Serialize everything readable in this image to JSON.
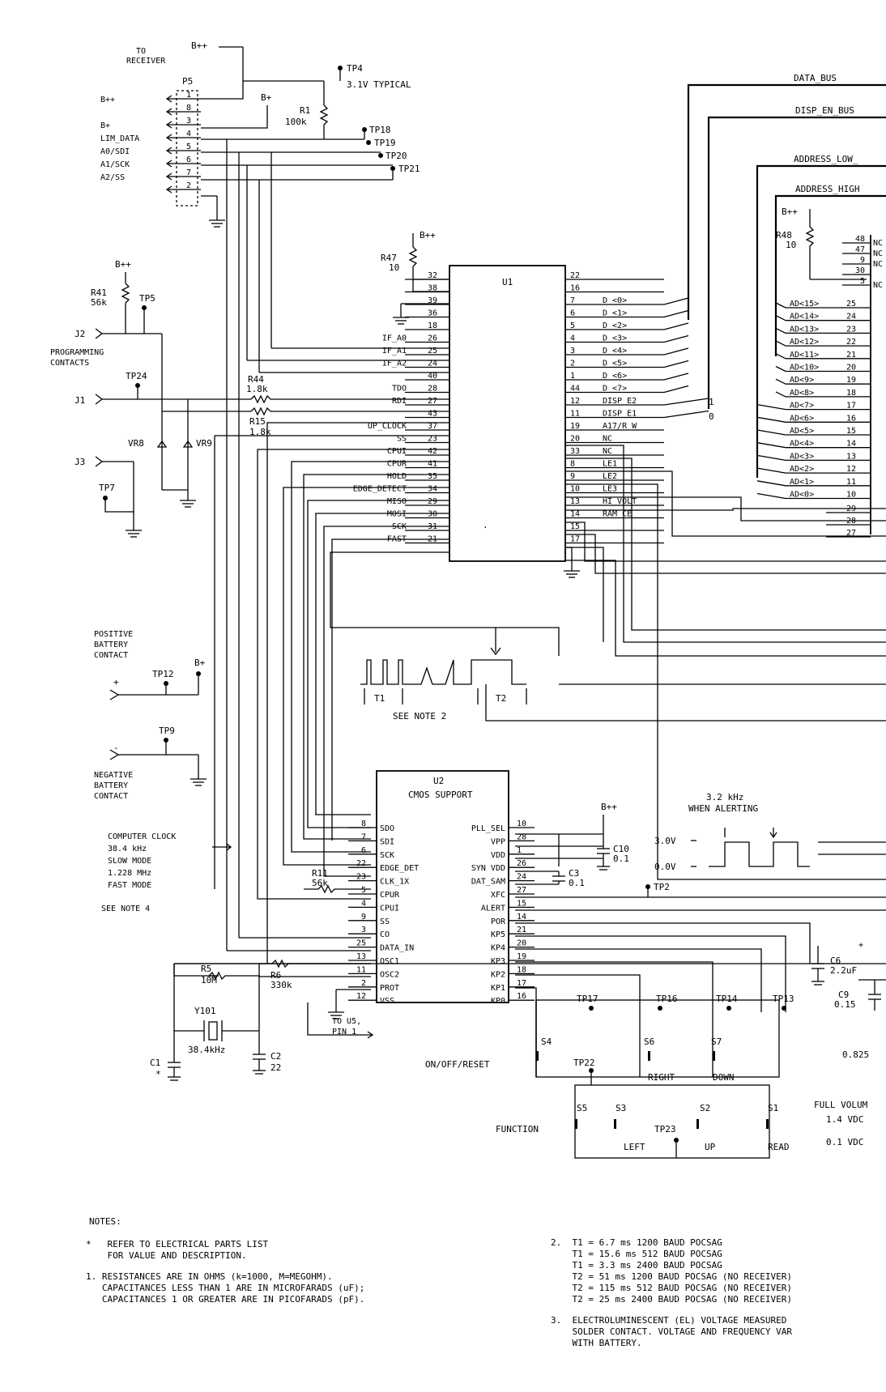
{
  "connector": {
    "to_receiver": "TO RECEIVER",
    "ref": "P5",
    "bpp_top": "B++",
    "pins": [
      {
        "net": "B++",
        "pin": "1"
      },
      {
        "net": "",
        "pin": "8"
      },
      {
        "net": "B+",
        "pin": "3"
      },
      {
        "net": "LIM_DATA",
        "pin": "4"
      },
      {
        "net": "A0/SDI",
        "pin": "5"
      },
      {
        "net": "A1/SCK",
        "pin": "6"
      },
      {
        "net": "A2/SS",
        "pin": "7"
      },
      {
        "net": "",
        "pin": "2"
      }
    ]
  },
  "testpoints": {
    "tp4": "TP4",
    "tp4_note": "3.1V TYPICAL",
    "tp18": "TP18",
    "tp19": "TP19",
    "tp20": "TP20",
    "tp21": "TP21",
    "tp5": "TP5",
    "tp24": "TP24",
    "tp7": "TP7",
    "tp12": "TP12",
    "tp9": "TP9",
    "tp2": "TP2",
    "tp17": "TP17",
    "tp16": "TP16",
    "tp14": "TP14",
    "tp13": "TP13",
    "tp22": "TP22",
    "tp23": "TP23"
  },
  "supplies": {
    "bpp": "B++",
    "bp": "B+"
  },
  "resistors": {
    "r1": "R1",
    "r1v": "100k",
    "r47": "R47",
    "r47v": "10",
    "r41": "R41",
    "r41v": "56k",
    "r44": "R44",
    "r44v": "1.8k",
    "r15": "R15",
    "r15v": "1.8k",
    "r48": "R48",
    "r48v": "10",
    "r11": "R11",
    "r11v": "56k",
    "r5": "R5",
    "r5v": "10M",
    "r6": "R6",
    "r6v": "330k"
  },
  "jacks": {
    "j2": "J2",
    "j1": "J1",
    "j3": "J3",
    "prog": "PROGRAMMING\nCONTACTS",
    "vr8": "VR8",
    "vr9": "VR9"
  },
  "buses": {
    "data_bus": "DATA_BUS",
    "disp_en_bus": "DISP_EN_BUS",
    "address_low": "ADDRESS_LOW_",
    "address_high": "ADDRESS_HIGH"
  },
  "u1": {
    "ref": "U1",
    "left_pins": [
      {
        "num": "32",
        "name": ""
      },
      {
        "num": "38",
        "name": ""
      },
      {
        "num": "39",
        "name": ""
      },
      {
        "num": "36",
        "name": ""
      },
      {
        "num": "18",
        "name": ""
      },
      {
        "num": "26",
        "name": "IF_A0"
      },
      {
        "num": "25",
        "name": "IF_A1"
      },
      {
        "num": "24",
        "name": "IF_A2"
      },
      {
        "num": "40",
        "name": ""
      },
      {
        "num": "28",
        "name": "TDO"
      },
      {
        "num": "27",
        "name": "RDI"
      },
      {
        "num": "43",
        "name": ""
      },
      {
        "num": "37",
        "name": "UP_CLOCK"
      },
      {
        "num": "23",
        "name": "SS"
      },
      {
        "num": "42",
        "name": "CPUI"
      },
      {
        "num": "41",
        "name": "CPUR"
      },
      {
        "num": "35",
        "name": "HOLD"
      },
      {
        "num": "34",
        "name": "EDGE_DETECT"
      },
      {
        "num": "29",
        "name": "MISO"
      },
      {
        "num": "30",
        "name": "MOSI"
      },
      {
        "num": "31",
        "name": "SCK"
      },
      {
        "num": "21",
        "name": "FAST"
      }
    ],
    "right_pins": [
      {
        "num": "22",
        "name": ""
      },
      {
        "num": "16",
        "name": ""
      },
      {
        "num": "7",
        "name": "D <0>"
      },
      {
        "num": "6",
        "name": "D <1>"
      },
      {
        "num": "5",
        "name": "D <2>"
      },
      {
        "num": "4",
        "name": "D <3>"
      },
      {
        "num": "3",
        "name": "D <4>"
      },
      {
        "num": "2",
        "name": "D <5>"
      },
      {
        "num": "1",
        "name": "D <6>"
      },
      {
        "num": "44",
        "name": "D <7>"
      },
      {
        "num": "12",
        "name": "DISP_E2"
      },
      {
        "num": "11",
        "name": "DISP_E1"
      },
      {
        "num": "19",
        "name": "A17/R_W"
      },
      {
        "num": "20",
        "name": "NC"
      },
      {
        "num": "33",
        "name": "NC"
      },
      {
        "num": "8",
        "name": "LE1"
      },
      {
        "num": "9",
        "name": "LE2"
      },
      {
        "num": "10",
        "name": "LE3"
      },
      {
        "num": "13",
        "name": "HI_VOLT"
      },
      {
        "num": "14",
        "name": "RAM_CE"
      },
      {
        "num": "15",
        "name": ""
      },
      {
        "num": "17",
        "name": ""
      }
    ],
    "bus_bit_1": "1",
    "bus_bit_0": "0"
  },
  "memory": {
    "top_pins": [
      {
        "num": "48",
        "name": "NC"
      },
      {
        "num": "47",
        "name": "NC"
      },
      {
        "num": "9",
        "name": "NC"
      },
      {
        "num": "30",
        "name": ""
      },
      {
        "num": "5",
        "name": "NC"
      }
    ],
    "addr_pins": [
      {
        "name": "AD<15>",
        "num": "25"
      },
      {
        "name": "AD<14>",
        "num": "24"
      },
      {
        "name": "AD<13>",
        "num": "23"
      },
      {
        "name": "AD<12>",
        "num": "22"
      },
      {
        "name": "AD<11>",
        "num": "21"
      },
      {
        "name": "AD<10>",
        "num": "20"
      },
      {
        "name": "AD<9>",
        "num": "19"
      },
      {
        "name": "AD<8>",
        "num": "18"
      },
      {
        "name": "AD<7>",
        "num": "17"
      },
      {
        "name": "AD<6>",
        "num": "16"
      },
      {
        "name": "AD<5>",
        "num": "15"
      },
      {
        "name": "AD<4>",
        "num": "14"
      },
      {
        "name": "AD<3>",
        "num": "13"
      },
      {
        "name": "AD<2>",
        "num": "12"
      },
      {
        "name": "AD<1>",
        "num": "11"
      },
      {
        "name": "AD<0>",
        "num": "10"
      }
    ],
    "bottom_pins": [
      "29",
      "28",
      "27"
    ]
  },
  "timing": {
    "t1": "T1",
    "t2": "T2",
    "note": "SEE NOTE 2"
  },
  "battery": {
    "positive": "POSITIVE\nBATTERY\nCONTACT",
    "negative": "NEGATIVE\nBATTERY\nCONTACT",
    "plus": "+",
    "minus": "-"
  },
  "clock_note": "COMPUTER CLOCK\n38.4 kHz\nSLOW MODE\n1.228 MHz\nFAST MODE",
  "clock_see": "SEE NOTE 4",
  "u2": {
    "ref": "U2",
    "title": "CMOS SUPPORT",
    "left_pins": [
      {
        "num": "8",
        "name": "SDO"
      },
      {
        "num": "7",
        "name": "SDI"
      },
      {
        "num": "6",
        "name": "SCK"
      },
      {
        "num": "22",
        "name": "EDGE_DET"
      },
      {
        "num": "23",
        "name": "CLK_1X"
      },
      {
        "num": "5",
        "name": "CPUR"
      },
      {
        "num": "4",
        "name": "CPUI"
      },
      {
        "num": "9",
        "name": "SS"
      },
      {
        "num": "3",
        "name": "CO"
      },
      {
        "num": "25",
        "name": "DATA_IN"
      },
      {
        "num": "13",
        "name": "OSC1"
      },
      {
        "num": "11",
        "name": "OSC2"
      },
      {
        "num": "2",
        "name": "PROT"
      },
      {
        "num": "12",
        "name": "VSS"
      }
    ],
    "right_pins": [
      {
        "num": "10",
        "name": "PLL_SEL"
      },
      {
        "num": "28",
        "name": "VPP"
      },
      {
        "num": "1",
        "name": "VDD"
      },
      {
        "num": "26",
        "name": "SYN VDD"
      },
      {
        "num": "24",
        "name": "DAT_SAM"
      },
      {
        "num": "27",
        "name": "XFC"
      },
      {
        "num": "15",
        "name": "ALERT"
      },
      {
        "num": "14",
        "name": "POR"
      },
      {
        "num": "21",
        "name": "KP5"
      },
      {
        "num": "20",
        "name": "KP4"
      },
      {
        "num": "19",
        "name": "KP3"
      },
      {
        "num": "18",
        "name": "KP2"
      },
      {
        "num": "17",
        "name": "KP1"
      },
      {
        "num": "16",
        "name": "KP0"
      }
    ]
  },
  "capacitors": {
    "c10": "C10",
    "c10v": "0.1",
    "c3": "C3",
    "c3v": "0.1",
    "c6": "C6",
    "c6v": "2.2uF",
    "c9": "C9",
    "c9v": "0.15",
    "c1": "C1",
    "c1v": "*",
    "c2": "C2",
    "c2v": "22"
  },
  "crystal": {
    "ref": "Y101",
    "value": "38.4kHz"
  },
  "alert_wave": {
    "freq": "3.2 kHz",
    "when": "WHEN ALERTING",
    "high": "3.0V",
    "low": "0.0V"
  },
  "to_u5": "TO U5,\nPIN 1",
  "switches": {
    "s4": "S4",
    "s6": "S6",
    "s7": "S7",
    "s5": "S5",
    "s3": "S3",
    "s2": "S2",
    "s1": "S1",
    "onoff": "ON/OFF/RESET",
    "function": "FUNCTION",
    "right": "RIGHT",
    "down": "DOWN",
    "left": "LEFT",
    "up": "UP",
    "read": "READ"
  },
  "right_edge": {
    "full_volume": "FULL VOLUM",
    "v1": "1.4 VDC",
    "v2": "0.1 VDC",
    "v3": "0.825"
  },
  "notes": {
    "heading": "NOTES:",
    "star": "*   REFER TO ELECTRICAL PARTS LIST\n    FOR VALUE AND DESCRIPTION.",
    "n1": "1. RESISTANCES ARE IN OHMS (k=1000, M=MEGOHM).\n   CAPACITANCES LESS THAN 1 ARE IN MICROFARADS (uF);\n   CAPACITANCES 1 OR GREATER ARE IN PICOFARADS (pF).",
    "n2": "2.  T1 = 6.7 ms 1200 BAUD POCSAG\n    T1 = 15.6 ms 512 BAUD POCSAG\n    T1 = 3.3 ms 2400 BAUD POCSAG\n    T2 = 51 ms 1200 BAUD POCSAG (NO RECEIVER)\n    T2 = 115 ms 512 BAUD POCSAG (NO RECEIVER)\n    T2 = 25 ms 2400 BAUD POCSAG (NO RECEIVER)",
    "n3": "3.  ELECTROLUMINESCENT (EL) VOLTAGE MEASURED\n    SOLDER CONTACT. VOLTAGE AND FREQUENCY VAR\n    WITH BATTERY."
  }
}
